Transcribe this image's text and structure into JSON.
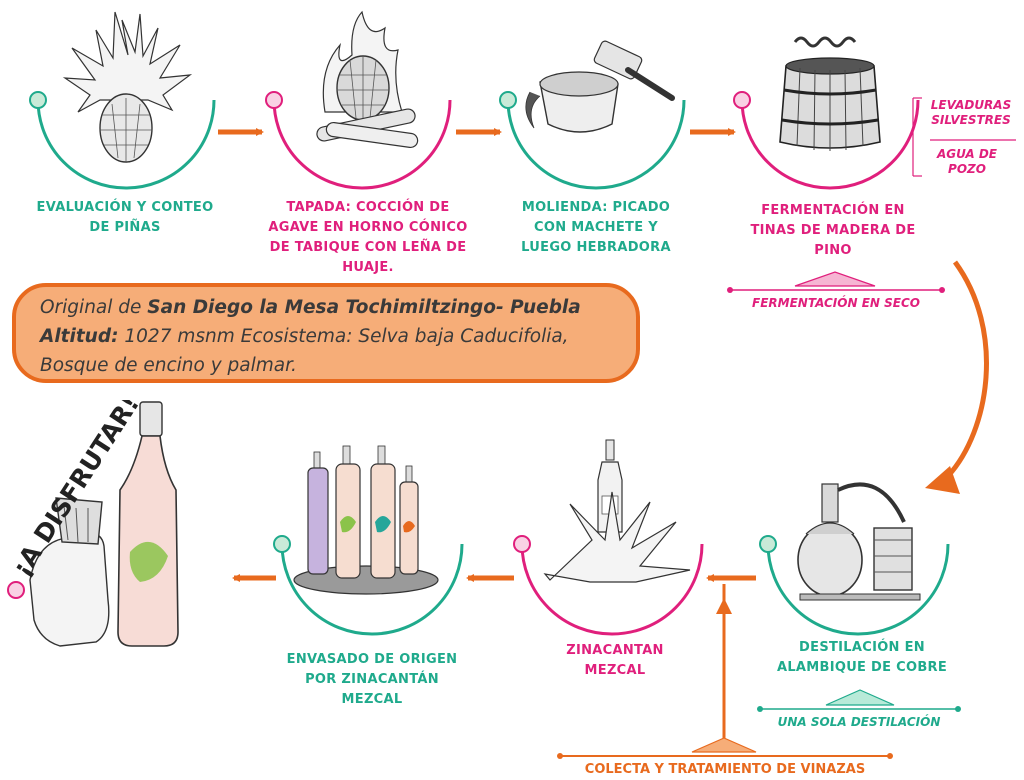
{
  "colors": {
    "teal": "#1faa8c",
    "pink": "#e01f7c",
    "orange": "#e86a1e",
    "peach": "#f6ad78"
  },
  "steps": [
    {
      "label": "EVALUACIÓN Y CONTEO\nDE PIÑAS",
      "icon": "agave-pina-icon"
    },
    {
      "label": "TAPADA: COCCIÓN DE\nAGAVE EN HORNO CÓNICO\nDE TABIQUE CON LEÑA DE\nHUAJE.",
      "icon": "oven-fire-icon"
    },
    {
      "label": "MOLIENDA: PICADO\nCON MACHETE Y\nLUEGO HEBRADORA",
      "icon": "mill-mallet-icon"
    },
    {
      "label": "FERMENTACIÓN EN\nTINAS DE MADERA DE\nPINO",
      "icon": "wooden-vat-icon"
    },
    {
      "label": "DESTILACIÓN EN\nALAMBIQUE DE COBRE",
      "icon": "copper-still-icon"
    },
    {
      "label": "ZINACANTAN\nMEZCAL",
      "icon": "agave-bottle-icon"
    },
    {
      "label": "ENVASADO DE ORIGEN\nPOR ZINACANTÁN\nMEZCAL",
      "icon": "bottles-tray-icon"
    }
  ],
  "notes": {
    "yeast": "LEVADURAS\nSILVESTRES",
    "water": "AGUA DE\nPOZO",
    "dry_fermentation": "FERMENTACIÓN EN SECO",
    "single_distillation": "UNA SOLA DESTILACIÓN",
    "vinasse": "COLECTA Y TRATAMIENTO DE VINAZAS"
  },
  "origin": {
    "prefix": "Original de ",
    "place": "San Diego la Mesa Tochimiltzingo- Puebla",
    "altitude_label": "Altitud:",
    "altitude_text": " 1027 msnm Ecosistema: Selva baja Caducifolia,",
    "line3": "Bosque de encino y palmar."
  },
  "enjoy": "¡A DISFRUTAR!"
}
